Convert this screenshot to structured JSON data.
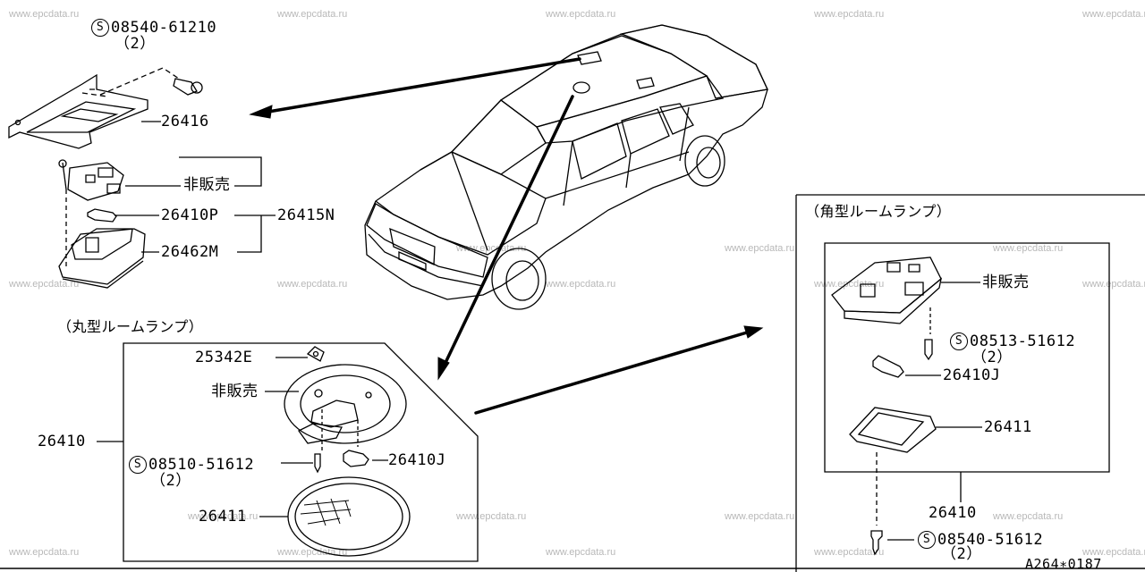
{
  "watermark": "www.epcdata.ru",
  "diagram_code": "A264∗0187",
  "sections": {
    "round_lamp_title": "（丸型ルームランプ）",
    "square_lamp_title": "（角型ルームランプ）"
  },
  "labels": {
    "bolt_top": "08540-61210",
    "bolt_top_qty": "（2）",
    "bracket": "26416",
    "not_sold_top": "非販売",
    "bulb_top": "26410P",
    "lamp_assembly_top": "26415N",
    "map_lamp": "26462M",
    "round_cover_grommet": "25342E",
    "not_sold_round": "非販売",
    "round_lamp_assembly": "26410",
    "screw_round": "08510-51612",
    "screw_round_qty": "（2）",
    "bulb_round": "26410J",
    "lens_round": "26411",
    "not_sold_square": "非販売",
    "screw_square": "08513-51612",
    "screw_square_qty": "（2）",
    "bulb_square": "26410J",
    "lens_square": "26411",
    "square_lamp_assembly": "26410",
    "screw_bottom": "08540-51612",
    "screw_bottom_qty": "（2）"
  },
  "symbols": {
    "standard_part": "S"
  }
}
